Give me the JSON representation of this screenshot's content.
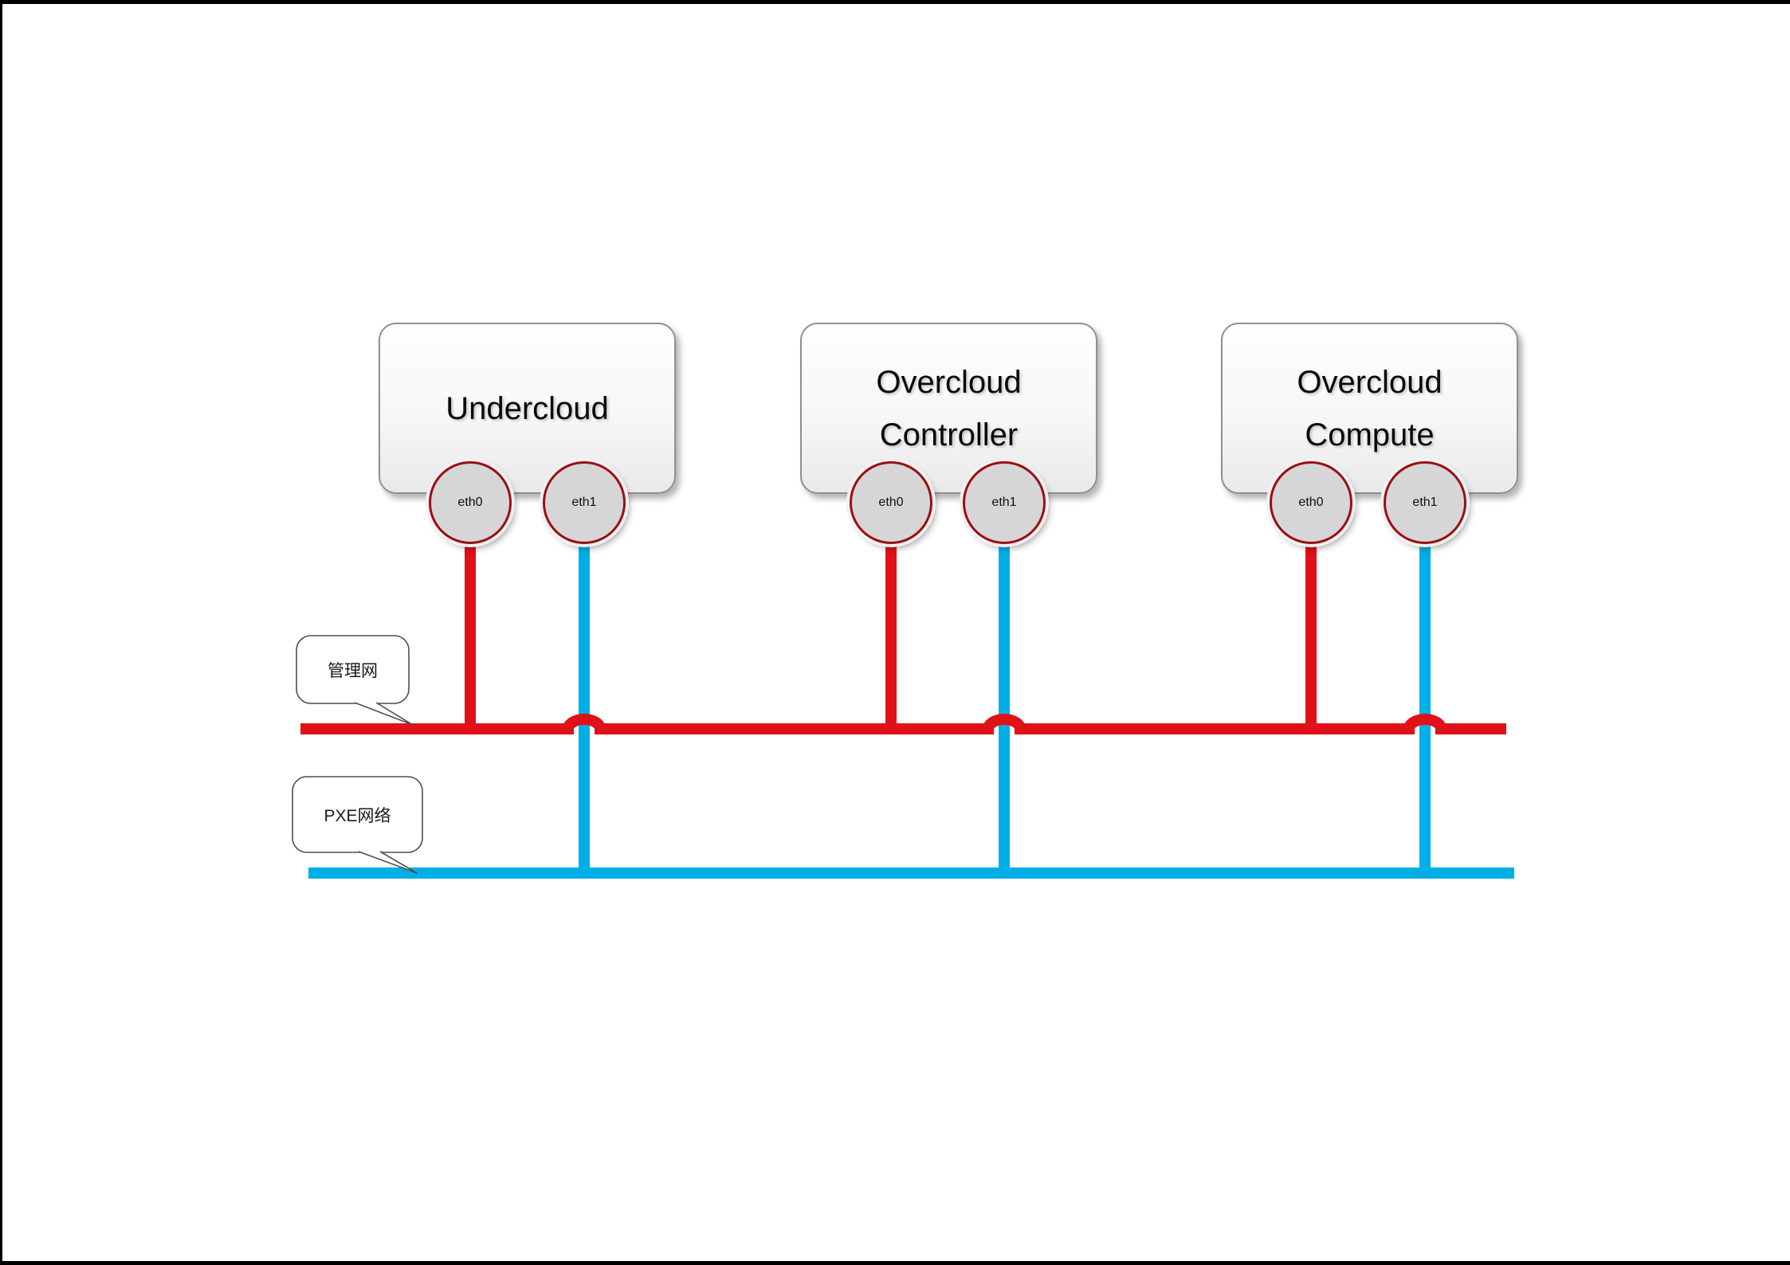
{
  "colors": {
    "management_network": "#e01119",
    "pxe_network": "#00aee8"
  },
  "nodes": [
    {
      "id": "undercloud",
      "title_lines": [
        "Undercloud"
      ],
      "ports": [
        {
          "label": "eth0"
        },
        {
          "label": "eth1"
        }
      ]
    },
    {
      "id": "overcloud-controller",
      "title_lines": [
        "Overcloud",
        "Controller"
      ],
      "ports": [
        {
          "label": "eth0"
        },
        {
          "label": "eth1"
        }
      ]
    },
    {
      "id": "overcloud-compute",
      "title_lines": [
        "Overcloud",
        "Compute"
      ],
      "ports": [
        {
          "label": "eth0"
        },
        {
          "label": "eth1"
        }
      ]
    }
  ],
  "networks": [
    {
      "id": "management",
      "label": "管理网",
      "color": "#e01119"
    },
    {
      "id": "pxe",
      "label": "PXE网络",
      "color": "#00aee8"
    }
  ]
}
